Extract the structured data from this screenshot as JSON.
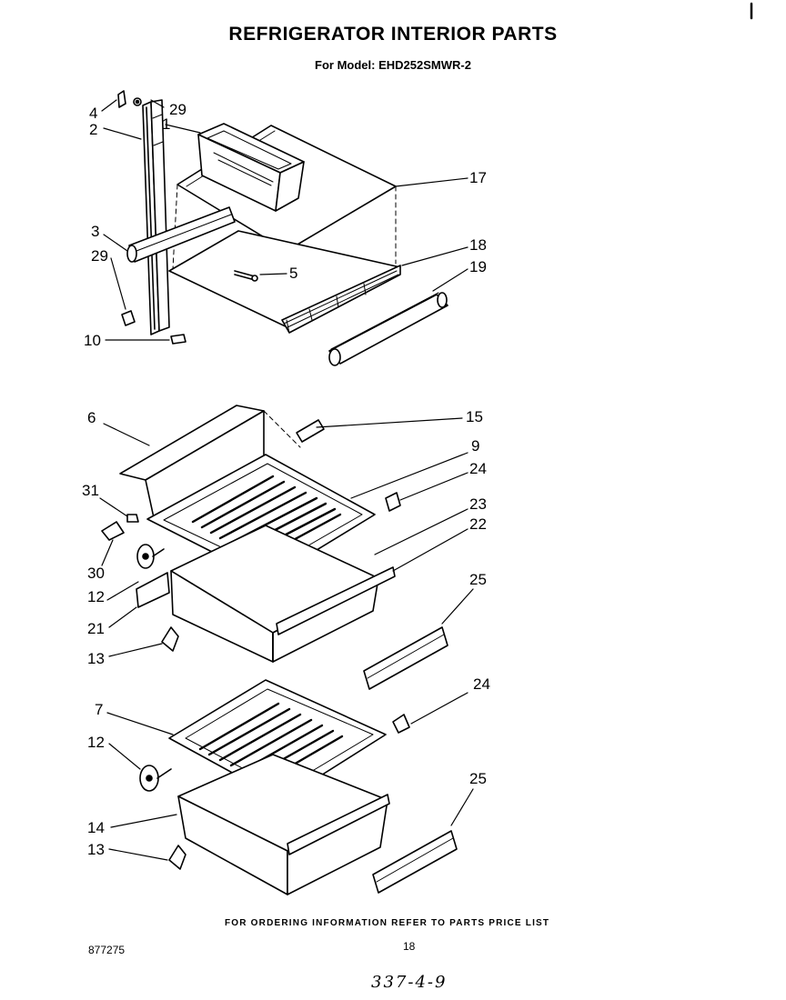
{
  "header": {
    "title": "REFRIGERATOR INTERIOR PARTS",
    "subtitle": "For Model: EHD252SMWR-2"
  },
  "callouts": {
    "c4": "4",
    "c29a": "29",
    "c1": "1",
    "c2": "2",
    "c17": "17",
    "c3": "3",
    "c18": "18",
    "c29b": "29",
    "c5": "5",
    "c19": "19",
    "c10": "10",
    "c6": "6",
    "c15": "15",
    "c9": "9",
    "c24a": "24",
    "c31": "31",
    "c23": "23",
    "c22": "22",
    "c30": "30",
    "c12a": "12",
    "c25a": "25",
    "c21": "21",
    "c13a": "13",
    "c7": "7",
    "c24b": "24",
    "c12b": "12",
    "c25b": "25",
    "c14": "14",
    "c13b": "13"
  },
  "footer": {
    "note": "FOR ORDERING INFORMATION REFER TO PARTS PRICE LIST",
    "doc_number": "877275",
    "page_number": "18",
    "handwritten": "337-4-9"
  }
}
